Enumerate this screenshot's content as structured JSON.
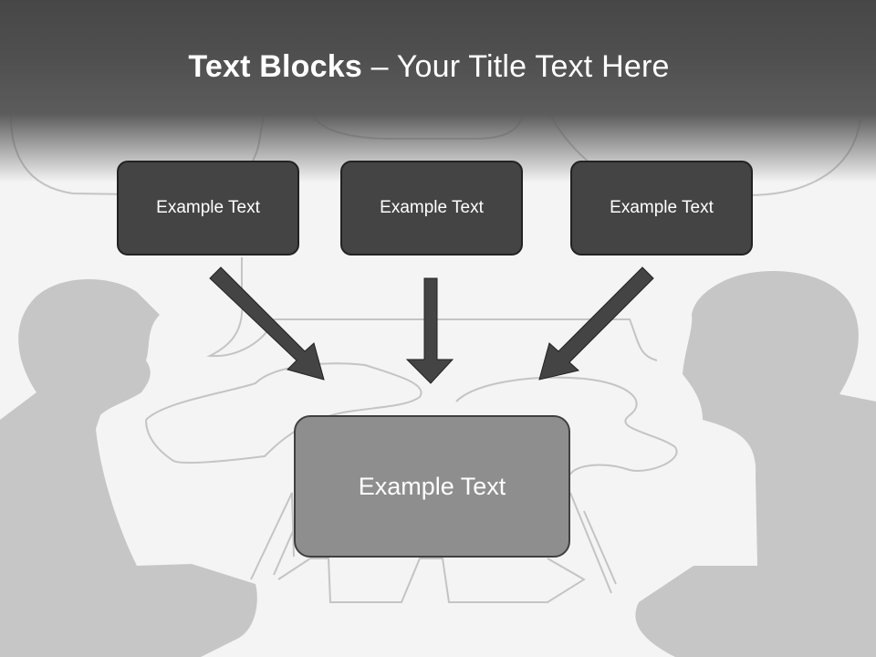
{
  "slide": {
    "title_bold": "Text Blocks",
    "title_separator": " – ",
    "title_rest": "Your Title Text Here"
  },
  "boxes": {
    "top_left": "Example Text",
    "top_center": "Example Text",
    "top_right": "Example Text",
    "center": "Example Text"
  },
  "colors": {
    "header": "#4f4f4f",
    "small_box_fill": "#444444",
    "center_box_fill": "#8e8e8e",
    "arrow_fill": "#444444",
    "silhouette": "#c6c6c6",
    "background": "#f4f4f4"
  }
}
